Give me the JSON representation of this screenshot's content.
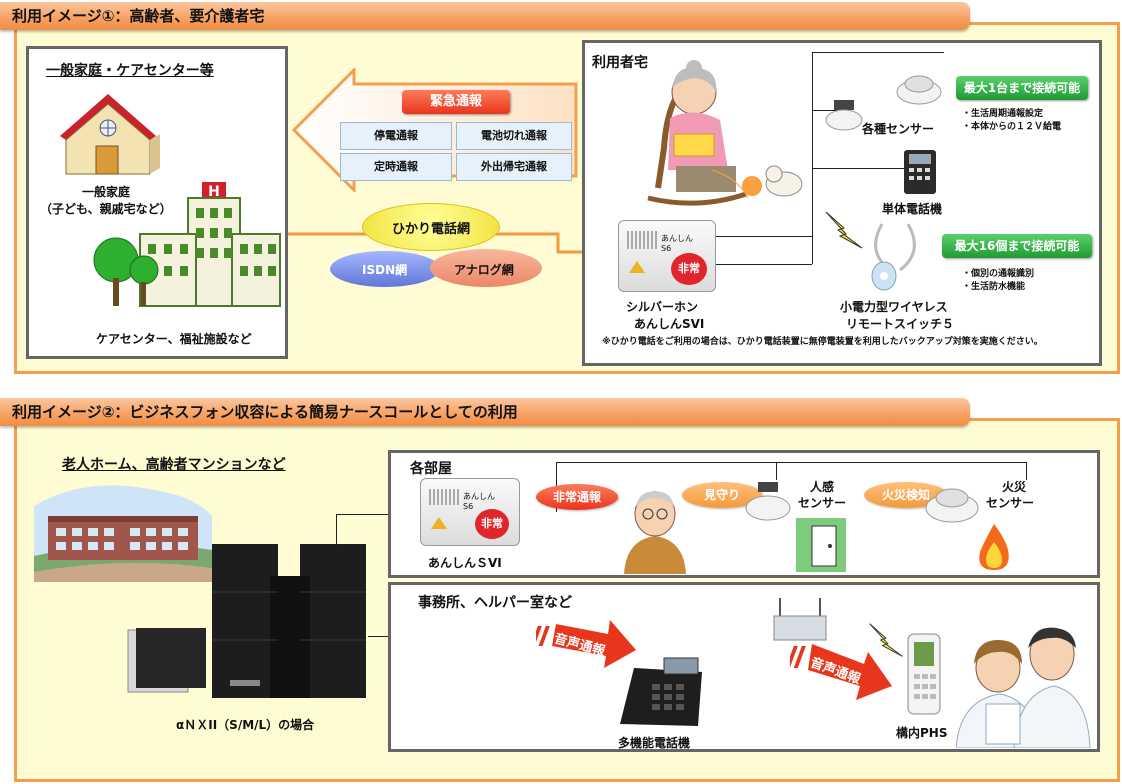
{
  "section1": {
    "header": "利用イメージ①：高齢者、要介護者宅",
    "left_box": {
      "title": "一般家庭・ケアセンター等",
      "home_label": "一般家庭",
      "home_sub": "（子ども、親戚宅など）",
      "center_label": "ケアセンター、福祉施設など"
    },
    "arrow": {
      "title": "緊急通報",
      "items": [
        "停電通報",
        "電池切れ通報",
        "定時通報",
        "外出帰宅通報"
      ]
    },
    "networks": [
      "ひかり電話網",
      "ISDN網",
      "アナログ網"
    ],
    "user_home": {
      "title": "利用者宅",
      "device_label_1": "シルバーホン",
      "device_label_2": "あんしんSVI",
      "device_face_text": "あんしん S6",
      "device_button": "非常",
      "sensor_label": "各種センサー",
      "phone_label": "単体電話機",
      "remote_label_1": "小電力型ワイヤレス",
      "remote_label_2": "リモートスイッチ５",
      "badge1": "最大1台まで接続可能",
      "badge1_bullets": [
        "・生活周期通報設定",
        "・本体からの１２Ｖ給電"
      ],
      "badge2": "最大16個まで接続可能",
      "badge2_bullets": [
        "・個別の通報識別",
        "・生活防水機能"
      ],
      "note": "※ひかり電話をご利用の場合は、ひかり電話装置に無停電装置を利用したバックアップ対策を実施ください。"
    }
  },
  "section2": {
    "header": "利用イメージ②：ビジネスフォン収容による簡易ナースコールとしての利用",
    "facility_title": "老人ホーム、高齢者マンションなど",
    "system_label": "αＮＸII（S/M/L）の場合",
    "rooms": {
      "title": "各部屋",
      "device_label": "あんしんＳVI",
      "device_face_text": "あんしん S6",
      "device_button": "非常",
      "ovals": [
        "非常通報",
        "見守り",
        "火災検知"
      ],
      "motion_label_1": "人感",
      "motion_label_2": "センサー",
      "fire_label_1": "火災",
      "fire_label_2": "センサー"
    },
    "office": {
      "title": "事務所、ヘルパー室など",
      "arrow_text": "音声通報",
      "phone_label": "多機能電話機",
      "phs_label": "構内PHS"
    }
  }
}
